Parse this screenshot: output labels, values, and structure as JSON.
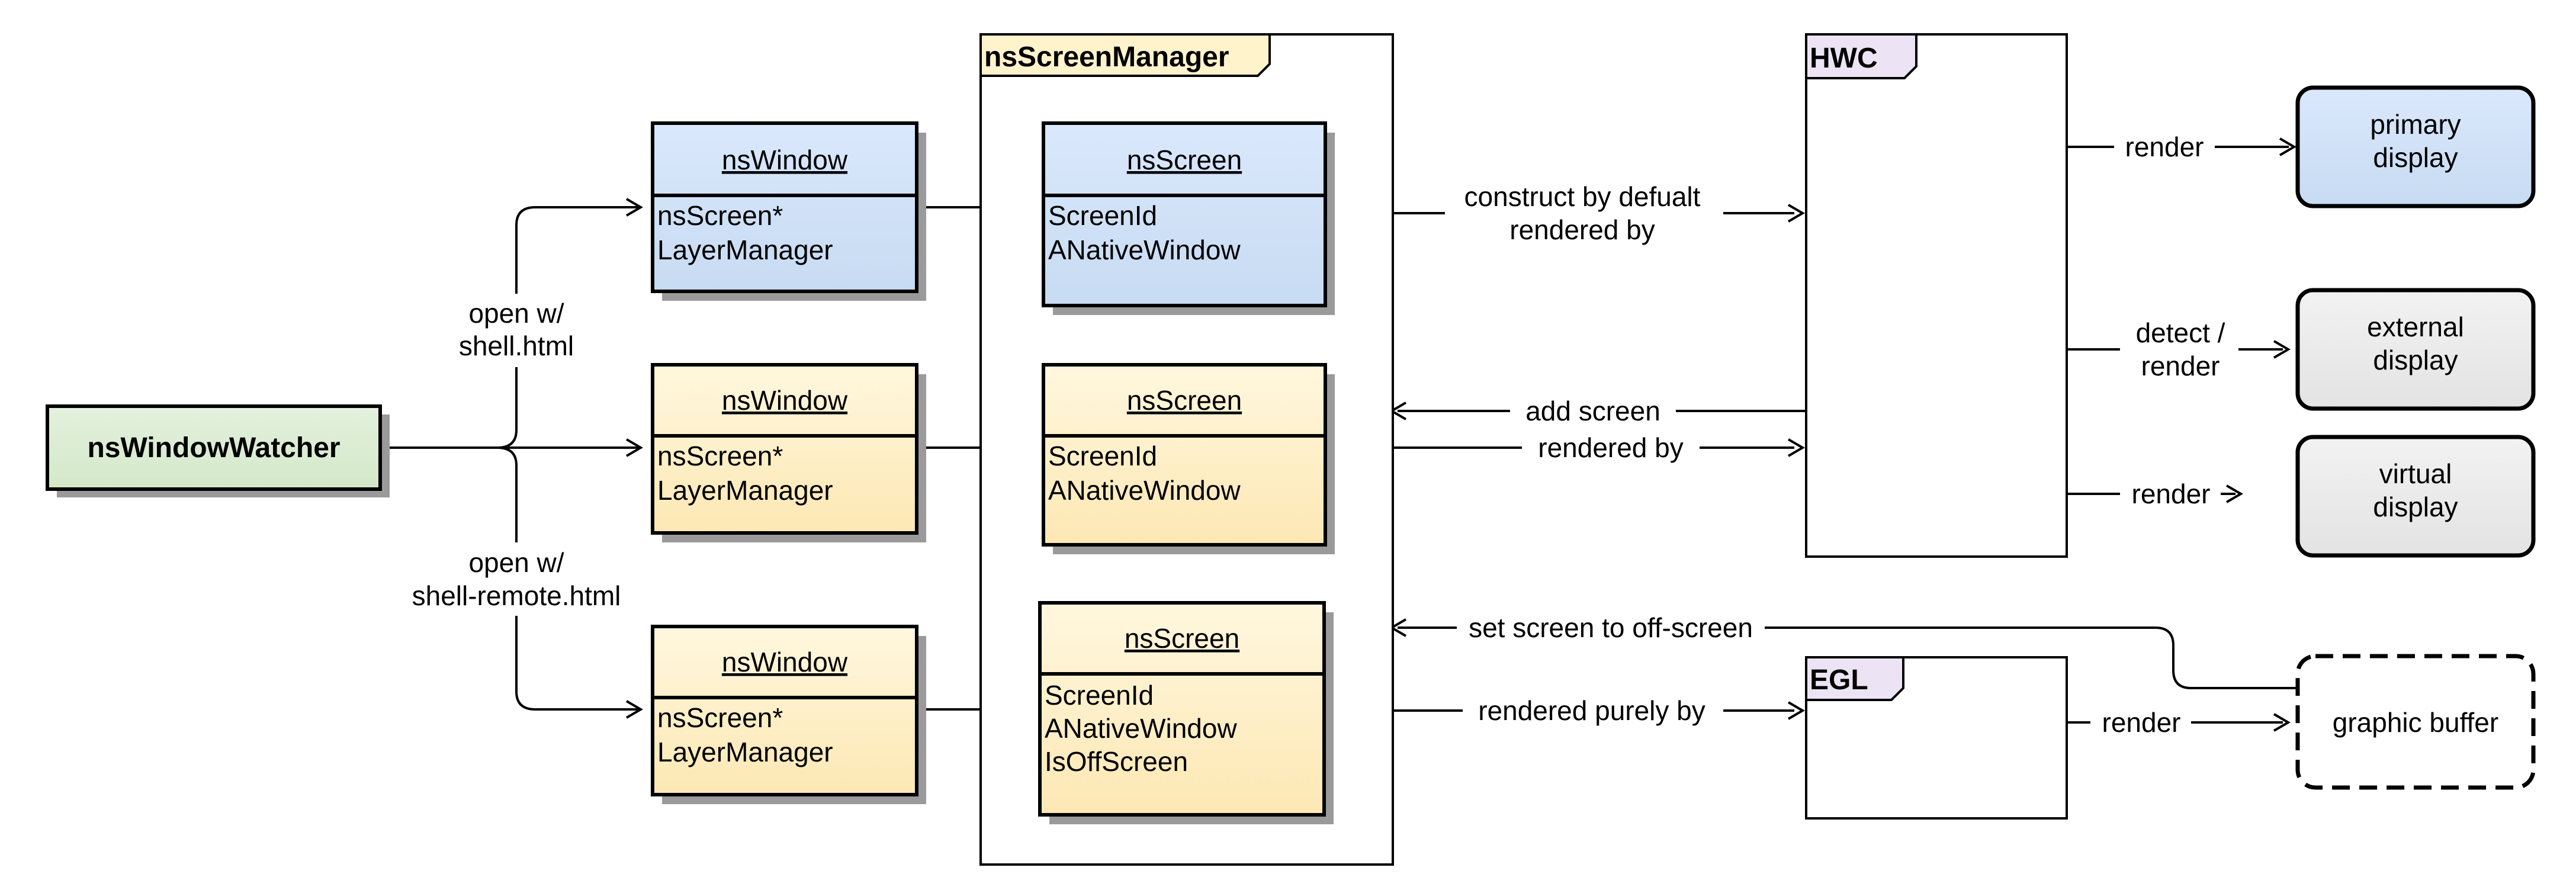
{
  "colors": {
    "blue_top": "#dae8fc",
    "blue_bottom": "#c7dbf2",
    "yellow_top": "#fff7de",
    "yellow_bottom": "#fde8b4",
    "green_top": "#e4f1de",
    "green_bottom": "#d3e8c8",
    "gray_top": "#f2f2f2",
    "gray_bottom": "#e3e3e3",
    "shadow": "#9a9a9a",
    "tab_cream": "#fff3cc",
    "tab_lilac": "#ece4f4"
  },
  "watcher": {
    "label": "nsWindowWatcher"
  },
  "manager": {
    "label": "nsScreenManager"
  },
  "hwc": {
    "label": "HWC"
  },
  "egl": {
    "label": "EGL"
  },
  "windows": [
    {
      "title": "nsWindow",
      "line1": "nsScreen*",
      "line2": "LayerManager"
    },
    {
      "title": "nsWindow",
      "line1": "nsScreen*",
      "line2": "LayerManager"
    },
    {
      "title": "nsWindow",
      "line1": "nsScreen*",
      "line2": "LayerManager"
    }
  ],
  "screens": [
    {
      "title": "nsScreen",
      "line1": "ScreenId",
      "line2": "ANativeWindow"
    },
    {
      "title": "nsScreen",
      "line1": "ScreenId",
      "line2": "ANativeWindow"
    },
    {
      "title": "nsScreen",
      "line1": "ScreenId",
      "line2": "ANativeWindow",
      "line3": "IsOffScreen"
    }
  ],
  "displays": {
    "primary": [
      "primary",
      "display"
    ],
    "external": [
      "external",
      "display"
    ],
    "virtual": [
      "virtual",
      "display"
    ],
    "buffer": "graphic buffer"
  },
  "edge_labels": {
    "open_shell": [
      "open w/",
      "shell.html"
    ],
    "open_remote": [
      "open w/",
      "shell-remote.html"
    ],
    "construct": [
      "construct by defualt",
      "rendered by"
    ],
    "add_screen": "add screen",
    "rendered_by": "rendered by",
    "offscreen": "set screen to off-screen",
    "rendered_purely": "rendered purely by",
    "render_primary": "render",
    "detect_render": [
      "detect /",
      "render"
    ],
    "render_virtual": "render",
    "render_buffer": "render"
  }
}
